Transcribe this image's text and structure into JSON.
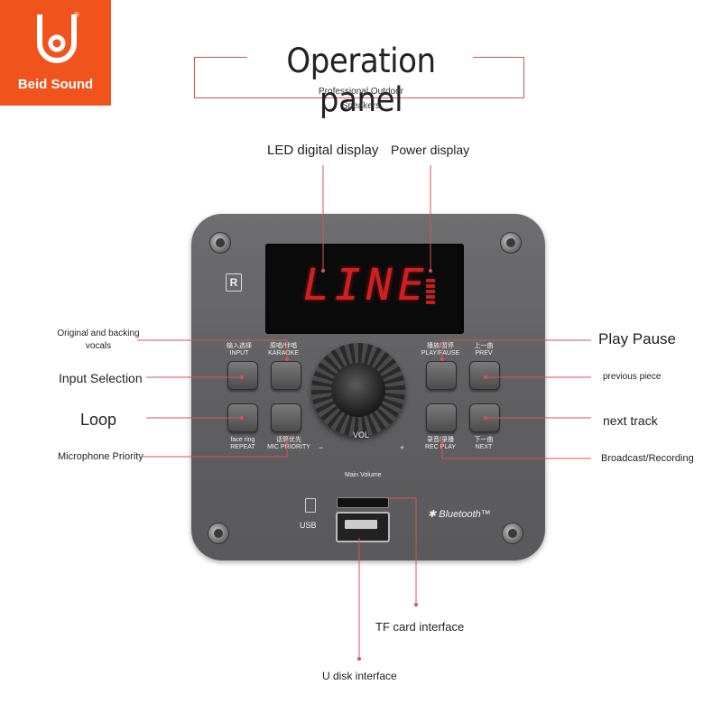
{
  "brand": {
    "name": "Beid Sound",
    "color": "#f0541c"
  },
  "title": "Operation panel",
  "subtitle_line1": "Professional Outdoor",
  "subtitle_line2": "Speakers",
  "display": {
    "text": "LINE",
    "color": "#d21f1f"
  },
  "panel_labels": {
    "input_cn": "输入选择",
    "input_en": "INPUT",
    "karaoke_cn": "原唱/伴唱",
    "karaoke_en": "KARAOKE",
    "play_cn": "播放/暂停",
    "play_en": "PLAY/PAUSE",
    "prev_cn": "上一曲",
    "prev_en": "PREV",
    "repeat_cn": "face ring",
    "repeat_en": "REPEAT",
    "mic_cn": "话筒优先",
    "mic_en": "MIC PRIORITY",
    "rec_cn": "录音/录播",
    "rec_en": "REC PLAY",
    "next_cn": "下一曲",
    "next_en": "NEXT",
    "vol": "VOL",
    "vol_minus": "−",
    "vol_plus": "+",
    "main_volume": "Main Volume",
    "usb": "USB",
    "bluetooth": "✱ Bluetooth™",
    "r_badge": "R"
  },
  "callouts": {
    "led_display": "LED digital display",
    "power_display": "Power display",
    "original_backing": "Original and backing vocals",
    "input_selection": "Input Selection",
    "loop": "Loop",
    "microphone_priority": "Microphone Priority",
    "play_pause": "Play Pause",
    "previous_piece": "previous piece",
    "next_track": "next track",
    "broadcast_recording": "Broadcast/Recording",
    "tf_card": "TF card interface",
    "u_disk": "U disk interface"
  },
  "accent_line_color": "#d9534f",
  "panel_color": "#636365"
}
